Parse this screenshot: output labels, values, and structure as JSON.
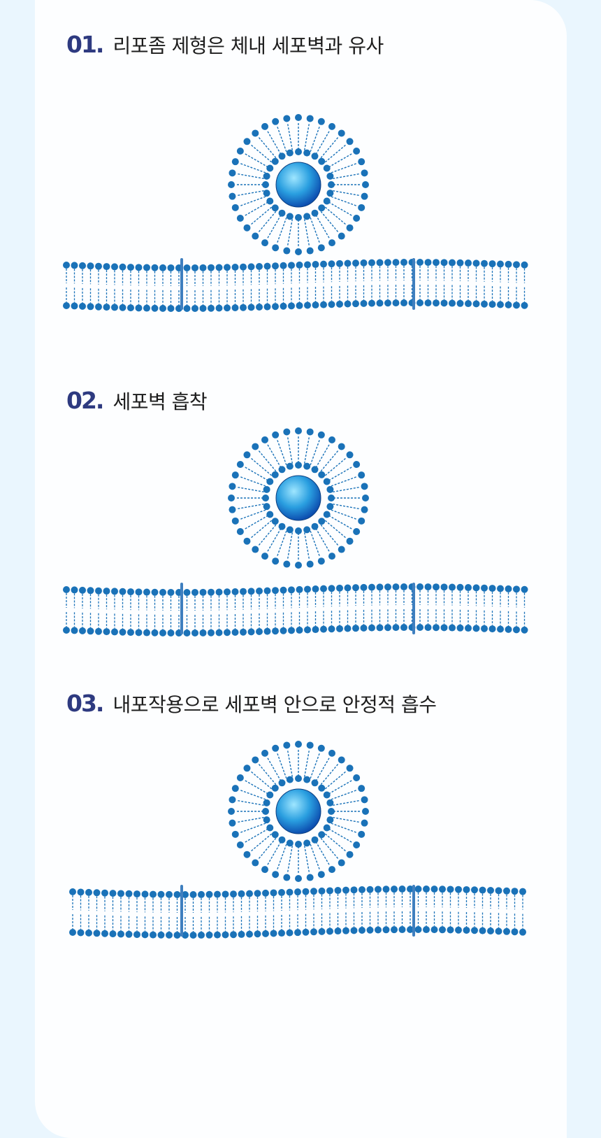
{
  "steps": [
    {
      "number": "01.",
      "title": "리포좀 제형은 체내 세포벽과 유사"
    },
    {
      "number": "02.",
      "title": "세포벽 흡착"
    },
    {
      "number": "03.",
      "title": "내포작용으로 세포벽 안으로 안정적 흡수"
    }
  ],
  "colors": {
    "accent": "#2e3a80",
    "lipid": "#1a72b8",
    "background": "#eaf6fe"
  }
}
